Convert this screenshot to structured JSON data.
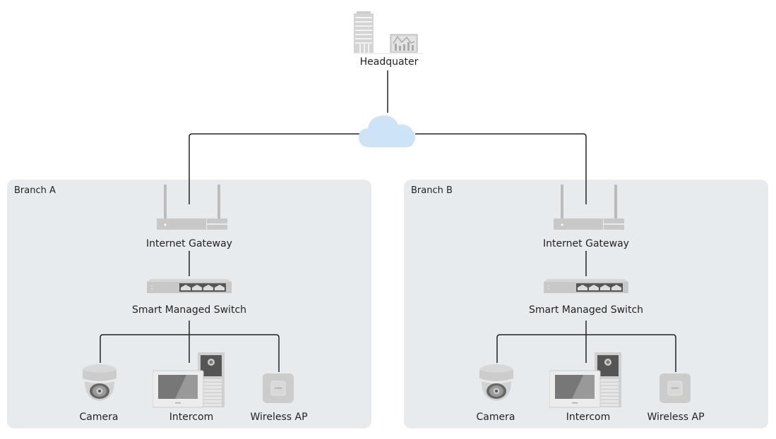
{
  "headquarter": {
    "label": "Headquater",
    "icons": [
      "building-icon",
      "chart-board-icon"
    ]
  },
  "cloud": {
    "icon": "cloud-icon",
    "color": "#cce4f6"
  },
  "colors": {
    "branch_bg": "#e8ebee",
    "device": "#c8c8c8",
    "line": "#222222"
  },
  "branches": [
    {
      "title": "Branch A",
      "gateway": "Internet Gateway",
      "switch": "Smart Managed Switch",
      "devices": [
        {
          "label": "Camera",
          "icon": "dome-camera-icon"
        },
        {
          "label": "Intercom",
          "icon": "intercom-icon"
        },
        {
          "label": "Wireless AP",
          "icon": "wireless-ap-icon"
        }
      ]
    },
    {
      "title": "Branch B",
      "gateway": "Internet Gateway",
      "switch": "Smart Managed Switch",
      "devices": [
        {
          "label": "Camera",
          "icon": "dome-camera-icon"
        },
        {
          "label": "Intercom",
          "icon": "intercom-icon"
        },
        {
          "label": "Wireless AP",
          "icon": "wireless-ap-icon"
        }
      ]
    }
  ]
}
